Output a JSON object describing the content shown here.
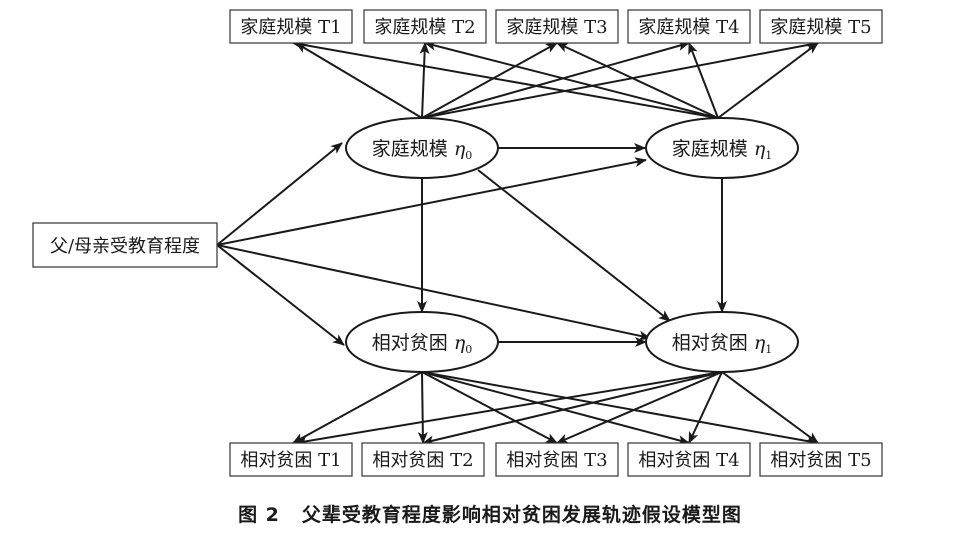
{
  "diagram": {
    "caption_number": "图 2",
    "caption_title": "父辈受教育程度影响相对贫困发展轨迹假设模型图",
    "source": {
      "label": "父/母亲受教育程度"
    },
    "latent_nodes": {
      "family_eta0": {
        "label": "家庭规模",
        "symbol": "η",
        "subscript": "0"
      },
      "family_eta1": {
        "label": "家庭规模",
        "symbol": "η",
        "subscript": "1"
      },
      "poverty_eta0": {
        "label": "相对贫困",
        "symbol": "η",
        "subscript": "0"
      },
      "poverty_eta1": {
        "label": "相对贫困",
        "symbol": "η",
        "subscript": "1"
      }
    },
    "family_indicators": [
      "家庭规模 T1",
      "家庭规模 T2",
      "家庭规模 T3",
      "家庭规模 T4",
      "家庭规模 T5"
    ],
    "poverty_indicators": [
      "相对贫困 T1",
      "相对贫困 T2",
      "相对贫困 T3",
      "相对贫困 T4",
      "相对贫困 T5"
    ]
  }
}
